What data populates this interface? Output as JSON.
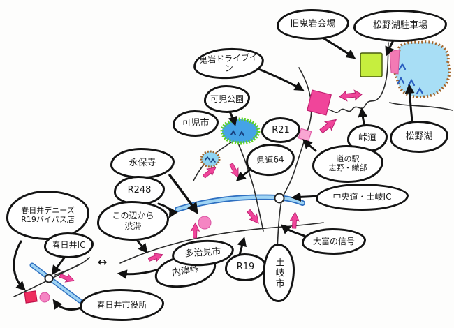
{
  "balloons": [
    {
      "id": "kyu-oniiwa-kaijo",
      "label": "旧鬼岩会場"
    },
    {
      "id": "matsunoko-chushajo",
      "label": "松野湖駐車場"
    },
    {
      "id": "oniiwa-drive-in",
      "label": "鬼岩ドライブイン"
    },
    {
      "id": "kani-koen",
      "label": "可児公園"
    },
    {
      "id": "kani-shi",
      "label": "可児市"
    },
    {
      "id": "r21",
      "label": "R21"
    },
    {
      "id": "kendo-64",
      "label": "県道64"
    },
    {
      "id": "toge-michi",
      "label": "峠道"
    },
    {
      "id": "michi-no-eki-shino-oribe",
      "label": "道の駅\n志野・織部"
    },
    {
      "id": "matsunoko",
      "label": "松野湖"
    },
    {
      "id": "chuodo-toki-ic",
      "label": "中央道・土岐IC"
    },
    {
      "id": "eihoji",
      "label": "永保寺"
    },
    {
      "id": "r248",
      "label": "R248"
    },
    {
      "id": "kono-hen-kara-jutai",
      "label": "この辺から\n渋滞"
    },
    {
      "id": "kasugai-dennys",
      "label": "春日井デニーズ\nR19バイパス店"
    },
    {
      "id": "kasugai-ic",
      "label": "春日井IC"
    },
    {
      "id": "kasugai-shiyakusho",
      "label": "春日井市役所"
    },
    {
      "id": "utsutsu-toge",
      "label": "内津峠"
    },
    {
      "id": "tajimi-shi",
      "label": "多治見市"
    },
    {
      "id": "r19",
      "label": "R19"
    },
    {
      "id": "toki-shi",
      "label": "土岐市"
    },
    {
      "id": "otomi-no-shingo",
      "label": "大富の信号"
    }
  ],
  "road_gap_symbol": "↔",
  "colors": {
    "balloon_outline": "#141414",
    "accent_pink": "#ee3f93",
    "lake_blue": "#a8def5",
    "pond_blue": "#45a3e6",
    "expressway_blue": "#9fd4f4",
    "expressway_edge": "#2e6fc0",
    "parking_green": "#c6ee3e",
    "red_marker": "#ee2d5e",
    "lake_shore_brown": "#a2662d",
    "pond_rim_green": "#5fd122"
  },
  "markers": [
    {
      "name": "matsuno-lake",
      "type": "lake"
    },
    {
      "name": "kani-park-pond",
      "type": "pond"
    },
    {
      "name": "small-pond",
      "type": "pond"
    },
    {
      "name": "parking-lot-square",
      "type": "parking"
    },
    {
      "name": "oniiwa-drive-in-square",
      "type": "landmark"
    },
    {
      "name": "r21-junction-square",
      "type": "landmark"
    },
    {
      "name": "lakeside-pink-square",
      "type": "landmark"
    },
    {
      "name": "toki-interchange-circle",
      "type": "interchange"
    },
    {
      "name": "kasugai-interchange-circle",
      "type": "interchange"
    },
    {
      "name": "city-hall-red-square",
      "type": "landmark"
    },
    {
      "name": "city-hall-pink-circle",
      "type": "landmark"
    },
    {
      "name": "tajimi-pink-circle",
      "type": "landmark"
    }
  ]
}
